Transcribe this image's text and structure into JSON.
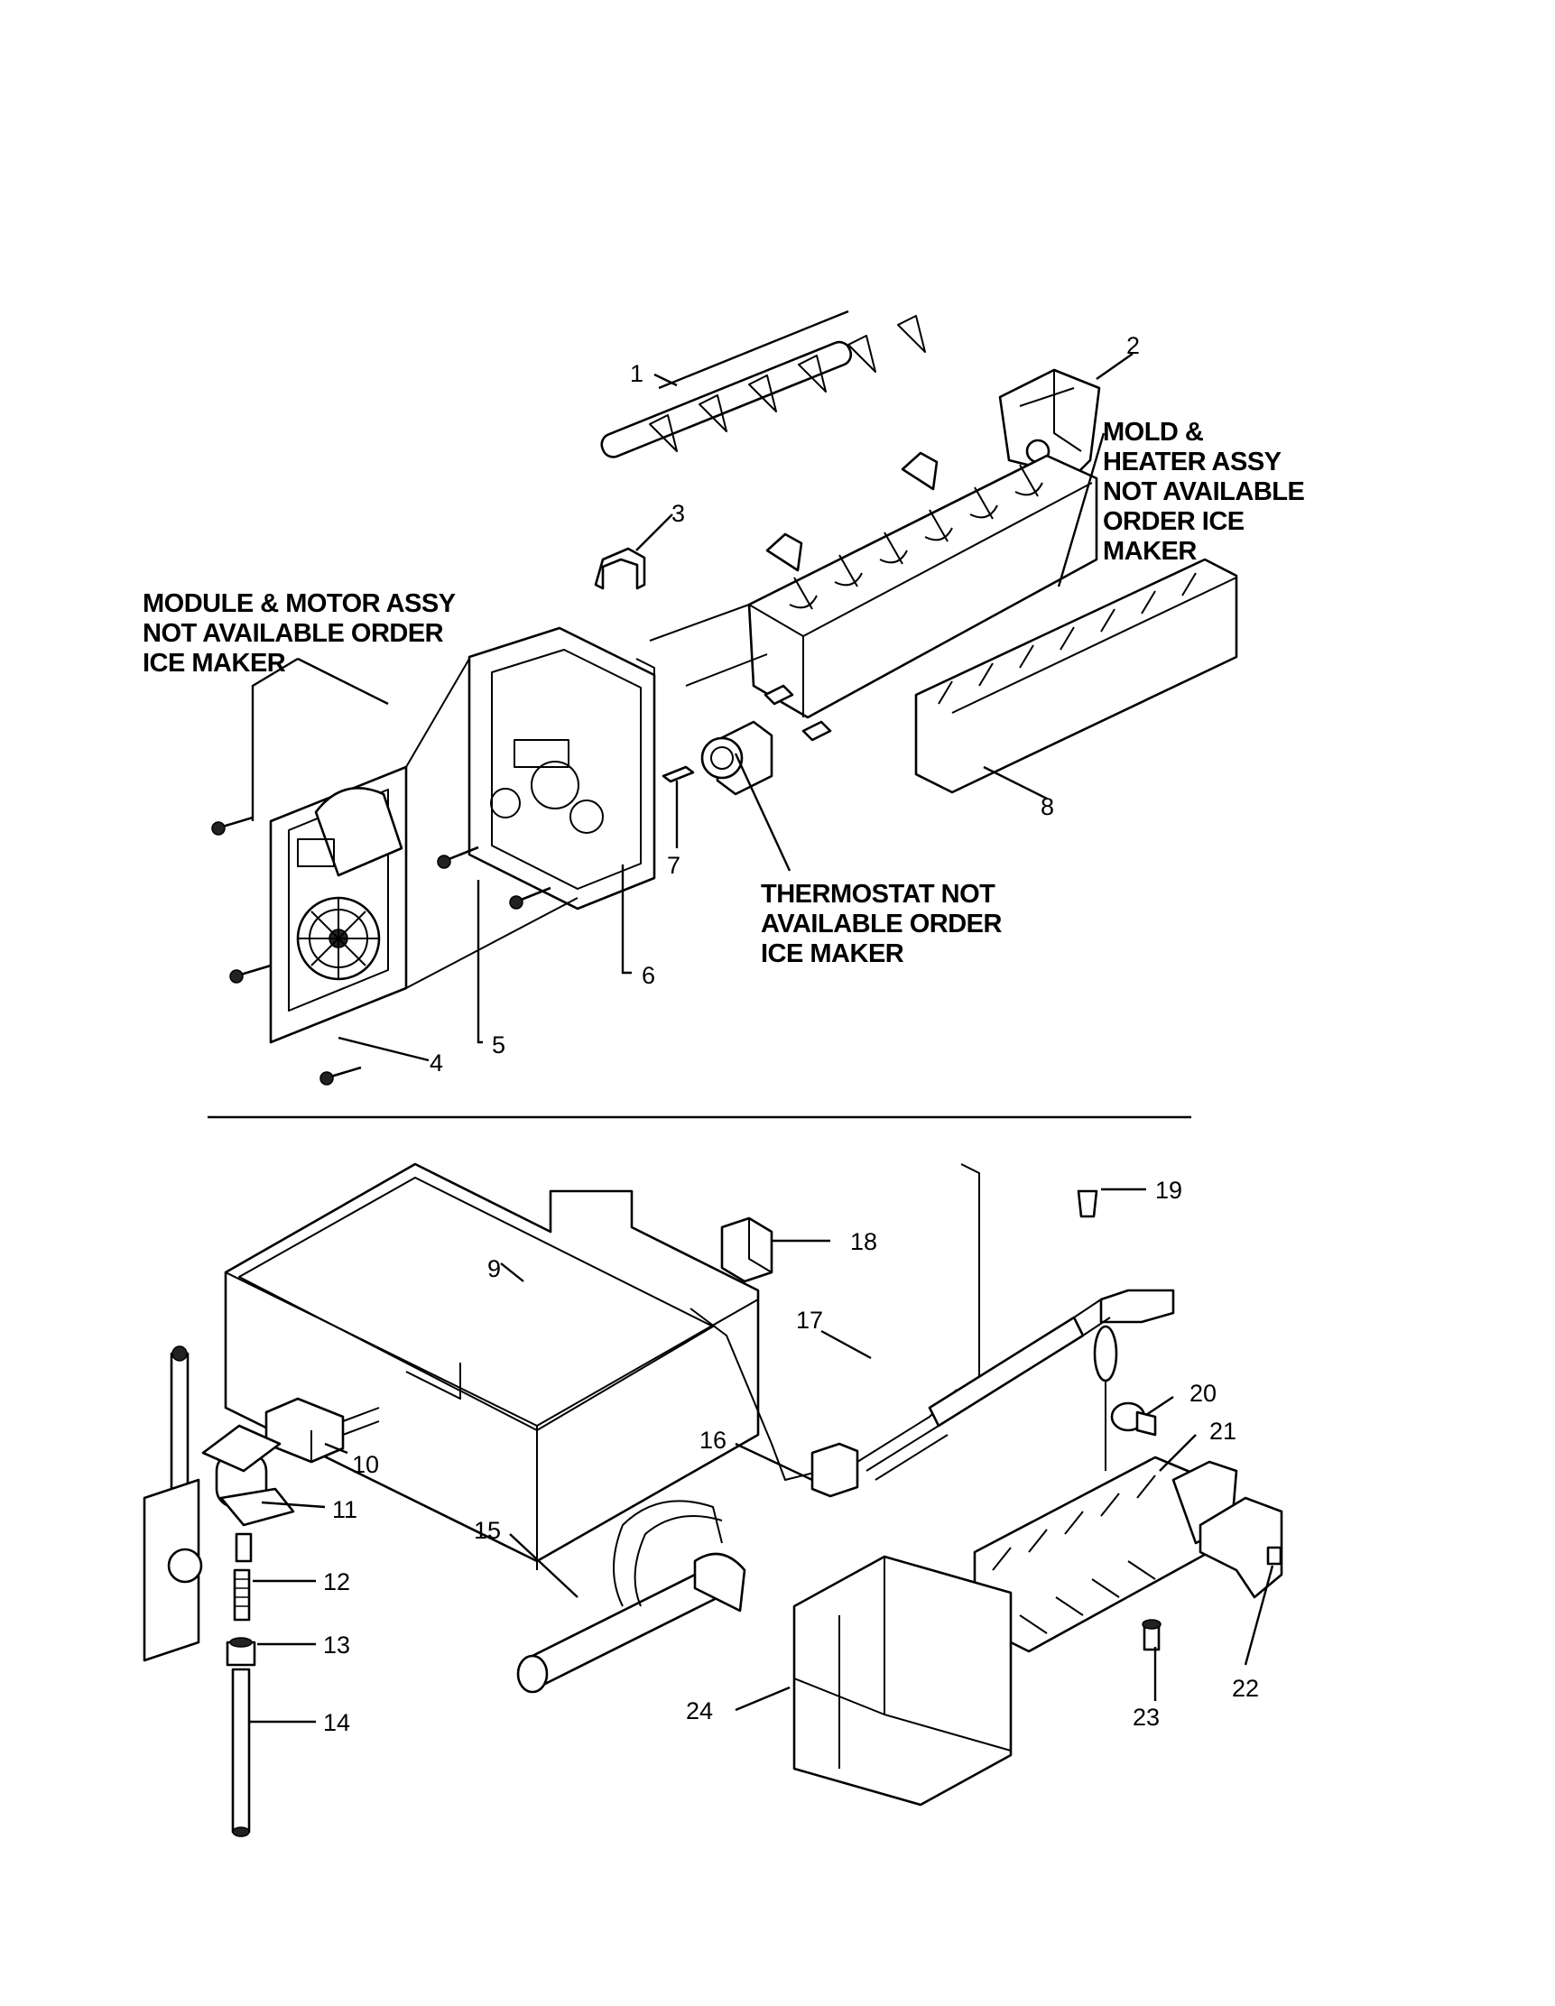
{
  "callouts": [
    "1",
    "2",
    "3",
    "4",
    "5",
    "6",
    "7",
    "8",
    "9",
    "10",
    "11",
    "12",
    "13",
    "14",
    "15",
    "16",
    "17",
    "18",
    "19",
    "20",
    "21",
    "22",
    "23",
    "24"
  ],
  "notes": {
    "module_motor": [
      "MODULE & MOTOR ASSY",
      "NOT AVAILABLE ORDER",
      "ICE MAKER"
    ],
    "mold_heater": [
      "MOLD &",
      "HEATER ASSY",
      "NOT AVAILABLE",
      "ORDER ICE",
      "MAKER"
    ],
    "thermostat": [
      "THERMOSTAT NOT",
      "AVAILABLE ORDER",
      "ICE MAKER"
    ]
  }
}
